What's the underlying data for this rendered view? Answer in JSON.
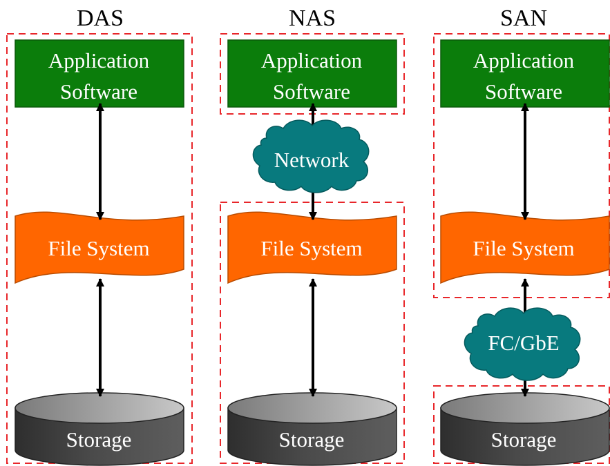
{
  "columns": [
    {
      "title": "DAS",
      "app_line1": "Application",
      "app_line2": "Software",
      "filesystem": "File System",
      "storage": "Storage"
    },
    {
      "title": "NAS",
      "app_line1": "Application",
      "app_line2": "Software",
      "network": "Network",
      "filesystem": "File System",
      "storage": "Storage"
    },
    {
      "title": "SAN",
      "app_line1": "Application",
      "app_line2": "Software",
      "filesystem": "File System",
      "network": "FC/GbE",
      "storage": "Storage"
    }
  ],
  "colors": {
    "app_box": "#0b7d0b",
    "filesystem": "#ff6600",
    "network_cloud": "#087a7e",
    "boundary": "#e8262a",
    "storage_top": "#a9a9a9",
    "storage_side": "#404040"
  }
}
